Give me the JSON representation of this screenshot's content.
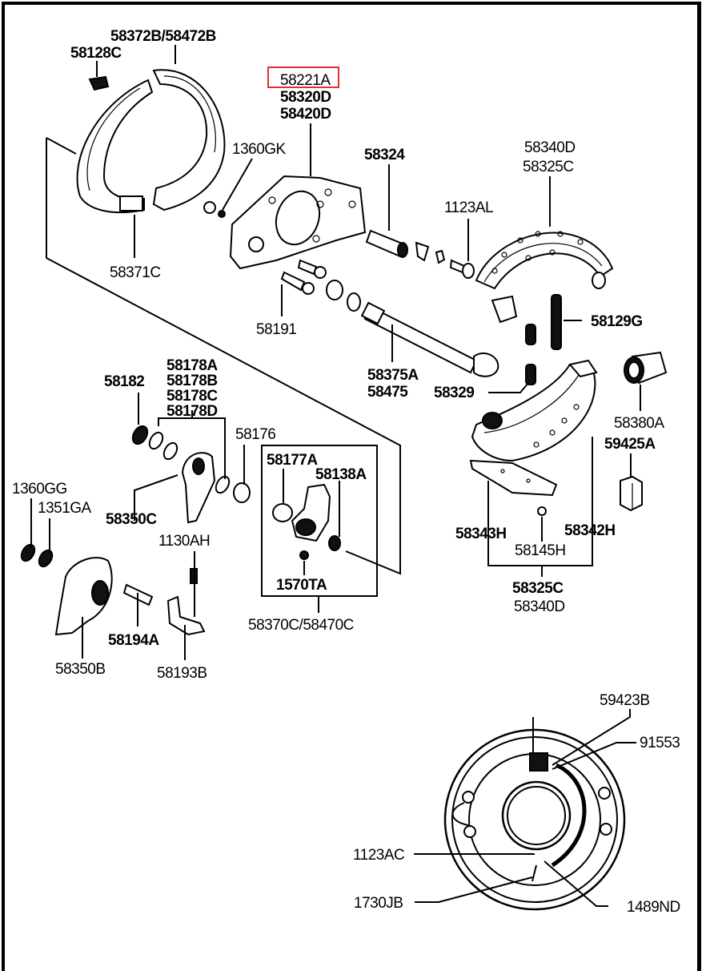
{
  "diagram": {
    "title": "Rear Brake Assembly Exploded Parts Diagram",
    "highlight_color": "#e03030",
    "highlighted_part": "58221A",
    "labels": {
      "p58372B_58472B": "58372B/58472B",
      "p58128C": "58128C",
      "p58221A": "58221A",
      "p58320D": "58320D",
      "p58420D": "58420D",
      "p1360GK": "1360GK",
      "p58324": "58324",
      "p58340D_top": "58340D",
      "p58325C_top": "58325C",
      "p1123AL": "1123AL",
      "p58371C": "58371C",
      "p58191": "58191",
      "p58129G": "58129G",
      "p58375A": "58375A",
      "p58475": "58475",
      "p58329": "58329",
      "p58182": "58182",
      "p58178A": "58178A",
      "p58178B": "58178B",
      "p58178C": "58178C",
      "p58178D": "58178D",
      "p58176": "58176",
      "p58177A": "58177A",
      "p58138A": "58138A",
      "p1570TA": "1570TA",
      "p58370C_58470C": "58370C/58470C",
      "p1360GG": "1360GG",
      "p1351GA": "1351GA",
      "p58350C": "58350C",
      "p1130AH": "1130AH",
      "p58194A": "58194A",
      "p58350B": "58350B",
      "p58193B": "58193B",
      "p58380A": "58380A",
      "p59425A": "59425A",
      "p58343H": "58343H",
      "p58342H": "58342H",
      "p58145H": "58145H",
      "p58325C_bottom": "58325C",
      "p58340D_bottom": "58340D",
      "p59423B": "59423B",
      "p91553": "91553",
      "p1123AC": "1123AC",
      "p1730JB": "1730JB",
      "p1489ND": "1489ND"
    }
  }
}
